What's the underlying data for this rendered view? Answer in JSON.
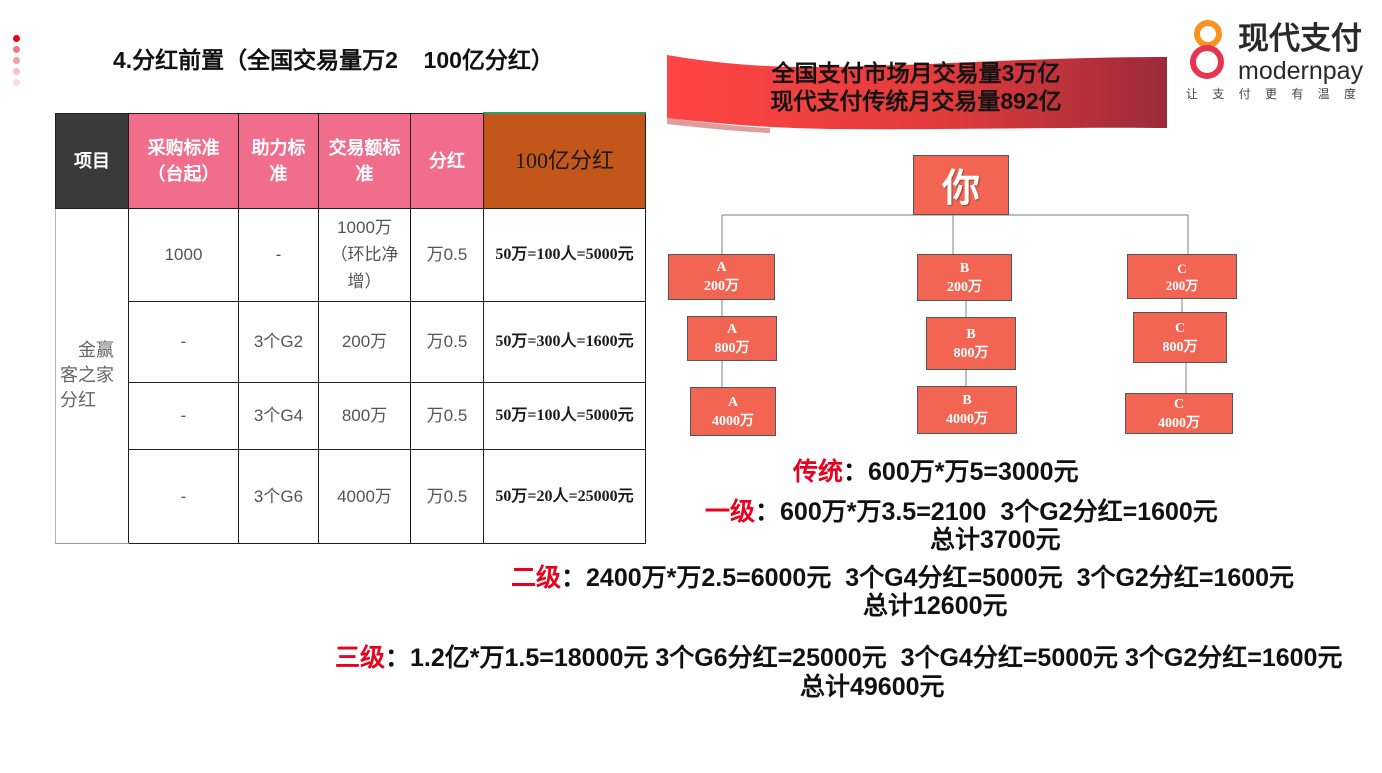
{
  "slide": {
    "title": "4.分红前置（全国交易量万2    100亿分红）"
  },
  "banner": {
    "line1": "全国支付市场月交易量3万亿",
    "line2": "现代支付传统月交易量892亿"
  },
  "logo": {
    "icon": "figure-eight-logo-icon",
    "name": "现代支付",
    "brand": "modernpay",
    "slogan": "让 支 付 更 有 温 度"
  },
  "table": {
    "headers": [
      "项目",
      "采购标准（台起）",
      "助力标准",
      "交易额标准",
      "分红",
      "100亿分红"
    ],
    "group_label": "金赢客之家分红",
    "rows": [
      {
        "purchase": "1000",
        "assist": "-",
        "volume": "1000万（环比净增）",
        "dividend": "万0.5",
        "pool": "50万=100人=5000元"
      },
      {
        "purchase": "-",
        "assist": "3个G2",
        "volume": "200万",
        "dividend": "万0.5",
        "pool": "50万=300人=1600元"
      },
      {
        "purchase": "-",
        "assist": "3个G4",
        "volume": "800万",
        "dividend": "万0.5",
        "pool": "50万=100人=5000元"
      },
      {
        "purchase": "-",
        "assist": "3个G6",
        "volume": "4000万",
        "dividend": "万0.5",
        "pool": "50万=20人=25000元"
      }
    ]
  },
  "tree": {
    "root": "你",
    "branches": [
      {
        "nodes": [
          {
            "letter": "A",
            "amount": "200万"
          },
          {
            "letter": "A",
            "amount": "800万"
          },
          {
            "letter": "A",
            "amount": "4000万"
          }
        ]
      },
      {
        "nodes": [
          {
            "letter": "B",
            "amount": "200万"
          },
          {
            "letter": "B",
            "amount": "800万"
          },
          {
            "letter": "B",
            "amount": "4000万"
          }
        ]
      },
      {
        "nodes": [
          {
            "letter": "C",
            "amount": "200万"
          },
          {
            "letter": "C",
            "amount": "800万"
          },
          {
            "letter": "C",
            "amount": "4000万"
          }
        ]
      }
    ]
  },
  "calculations": [
    {
      "label": "传统",
      "formula": "：600万*万5=3000元"
    },
    {
      "label": "一级",
      "formula": "：600万*万3.5=2100  3个G2分红=1600元",
      "total": "总计3700元"
    },
    {
      "label": "二级",
      "formula": "：2400万*万2.5=6000元  3个G4分红=5000元  3个G2分红=1600元",
      "total": "总计12600元"
    },
    {
      "label": "三级",
      "formula": "：1.2亿*万1.5=18000元 3个G6分红=25000元  3个G4分红=5000元 3个G2分红=1600元",
      "total": "总计49600元"
    }
  ],
  "colors": {
    "accent_red": "#e8001c",
    "header_dark": "#3a3a3a",
    "header_pink": "#f06e8c",
    "header_brown": "#c3571b",
    "node_fill": "#f26552",
    "banner_left": "#ff4545",
    "banner_right": "#9c2a3b",
    "logo_orange": "#f7931e",
    "logo_red": "#e8344e"
  }
}
